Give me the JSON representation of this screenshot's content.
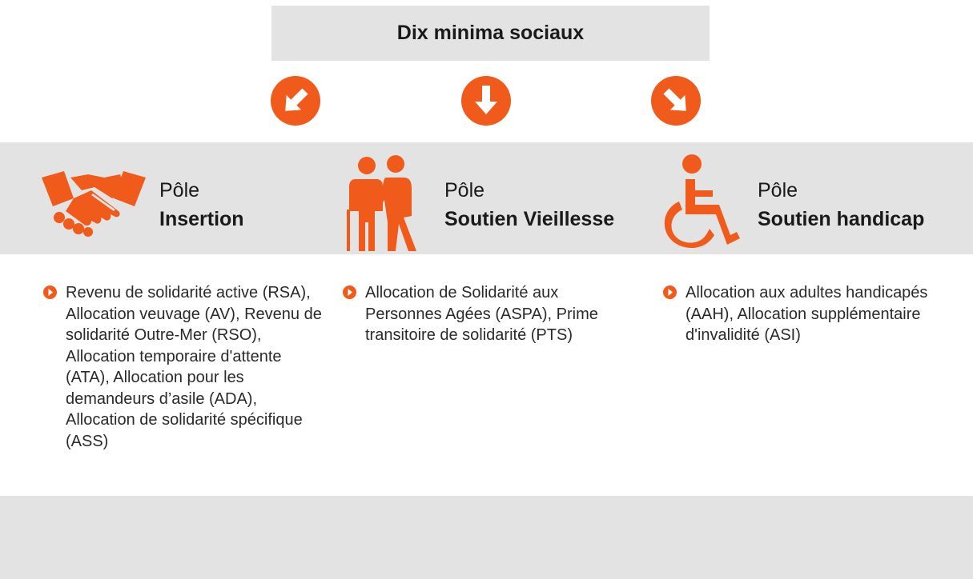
{
  "title": "Dix minima sociaux",
  "colors": {
    "accent": "#f05a1a",
    "band": "#e3e3e3"
  },
  "arrows": [
    {
      "icon": "arrow-down-left-icon"
    },
    {
      "icon": "arrow-down-icon"
    },
    {
      "icon": "arrow-down-right-icon"
    }
  ],
  "poles": [
    {
      "icon": "handshake-icon",
      "line1": "Pôle",
      "line2": "Insertion",
      "text": "Revenu de solidarité active (RSA), Allocation veuvage (AV), Revenu de solidarité Outre-Mer (RSO), Allocation temporaire d'attente (ATA), Allocation pour les demandeurs d’asile (ADA), Allocation de solidarité spécifique (ASS)"
    },
    {
      "icon": "elderly-people-icon",
      "line1": "Pôle",
      "line2": "Soutien Vieillesse",
      "text": "Allocation de Solidarité aux Personnes Agées (ASPA), Prime transitoire de solidarité (PTS)"
    },
    {
      "icon": "wheelchair-icon",
      "line1": "Pôle",
      "line2": "Soutien handicap",
      "text": "Allocation aux adultes handicapés (AAH), Allocation supplémentaire d'invalidité (ASI)"
    }
  ]
}
